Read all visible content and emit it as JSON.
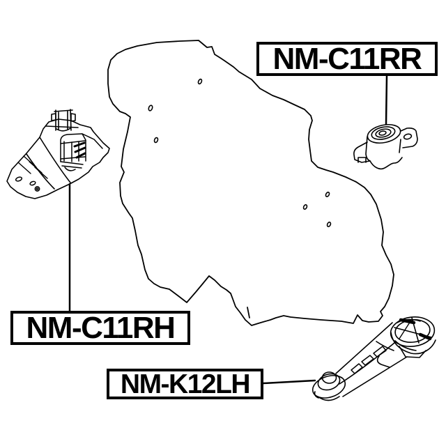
{
  "diagram": {
    "background_color": "#ffffff",
    "line_color": "#000000",
    "labels": {
      "rear_mount": "NM-C11RR",
      "right_mount": "NM-C11RH",
      "torque_rod": "NM-K12LH"
    },
    "parts": [
      {
        "label": "NM-C11RR",
        "drawing": "rear-engine-mount-drawing",
        "leader": "vertical-line"
      },
      {
        "label": "NM-C11RH",
        "drawing": "right-engine-mount-drawing",
        "leader": "vertical-line"
      },
      {
        "label": "NM-K12LH",
        "drawing": "torque-rod-drawing",
        "leader": "horizontal-line"
      }
    ]
  }
}
